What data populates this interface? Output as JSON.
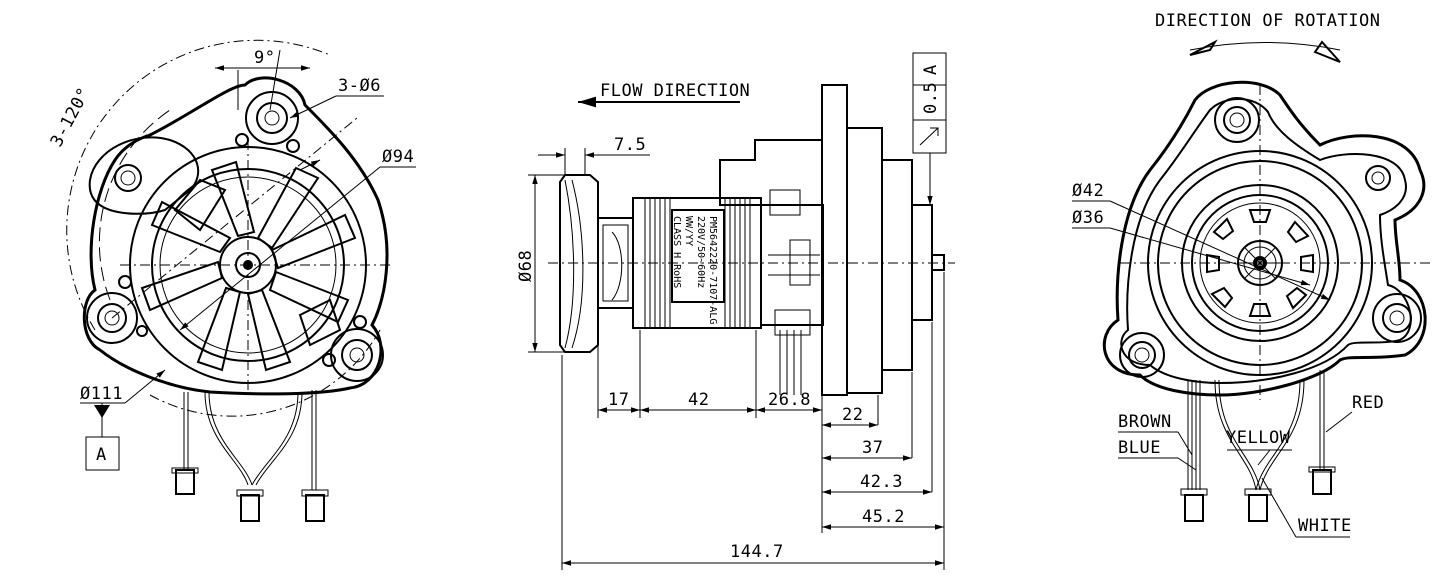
{
  "labels": {
    "angle_3x120": "3-120°",
    "angle_9": "9°",
    "holes_3d6": "3-Ø6",
    "dia_94": "Ø94",
    "dia_111": "Ø111",
    "datum_a_left": "A",
    "flow_direction": "FLOW DIRECTION",
    "dim_7_5": "7.5",
    "dia_68": "Ø68",
    "dim_17": "17",
    "dim_42": "42",
    "dim_26_8": "26.8",
    "dim_22": "22",
    "dim_37": "37",
    "dim_42_3": "42.3",
    "dim_45_2": "45.2",
    "dim_144_7": "144.7",
    "tol_0_5": "0.5",
    "tol_datum_a": "A",
    "direction_of_rotation": "DIRECTION OF ROTATION",
    "dia_42": "Ø42",
    "dia_36": "Ø36",
    "wire_brown": "BROWN",
    "wire_blue": "BLUE",
    "wire_yellow": "YELLOW",
    "wire_white": "WHITE",
    "wire_red": "RED"
  },
  "nameplate": {
    "line1": "PM5642220-7107-ALG",
    "line2": "220V/50~60Hz",
    "line3": "WW/YY",
    "line4": "CLASS H  RoHS"
  }
}
